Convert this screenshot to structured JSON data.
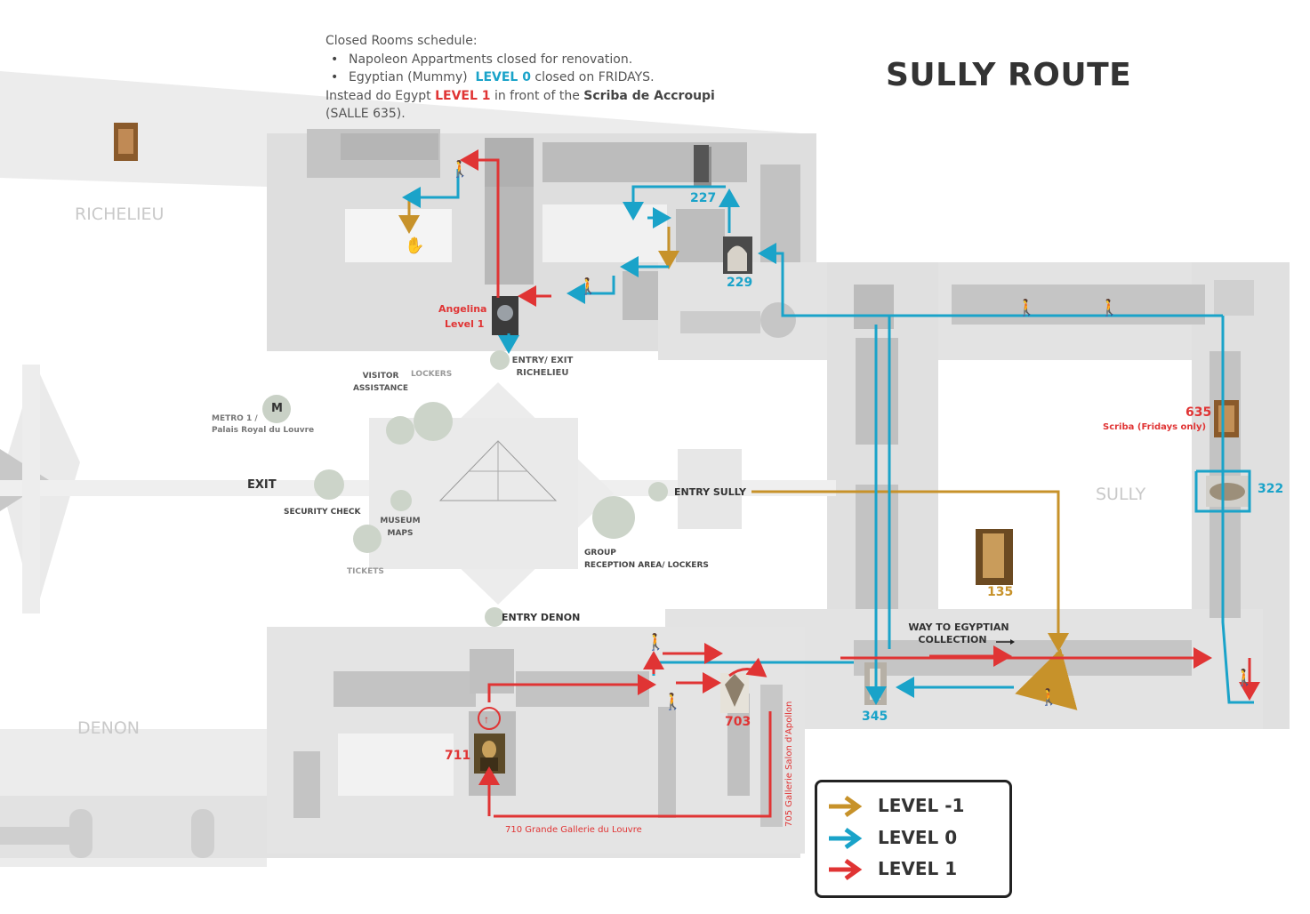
{
  "title": "SULLY ROUTE",
  "notes": {
    "heading": "Closed Rooms schedule:",
    "item1": "Napoleon Appartments closed for renovation.",
    "item2_pre": "Egyptian (Mummy)",
    "item2_level": "LEVEL 0",
    "item2_post": "closed on FRIDAYS.",
    "line3_pre": "Instead do Egypt",
    "line3_level": "LEVEL 1",
    "line3_mid": "in front of the",
    "line3_bold": "Scriba de Accroupi",
    "line4": "(SALLE 635)."
  },
  "wings": {
    "richelieu": "RICHELIEU",
    "sully": "SULLY",
    "denon": "DENON"
  },
  "labels": {
    "angelina": "Angelina",
    "angelina_level": "Level 1",
    "entry_exit_richelieu_1": "ENTRY/ EXIT",
    "entry_exit_richelieu_2": "RICHELIEU",
    "visitor_assistance_1": "VISITOR",
    "visitor_assistance_2": "ASSISTANCE",
    "lockers": "LOCKERS",
    "metro_badge": "M",
    "metro_1": "METRO 1 /",
    "metro_2": "Palais Royal du Louvre",
    "exit": "EXIT",
    "security_check": "SECURITY CHECK",
    "museum_maps_1": "MUSEUM",
    "museum_maps_2": "MAPS",
    "tickets": "TICKETS",
    "entry_sully": "ENTRY SULLY",
    "group_1": "GROUP",
    "group_2": "RECEPTION AREA/ LOCKERS",
    "entry_denon": "ENTRY DENON",
    "way_egypt_1": "WAY TO EGYPTIAN",
    "way_egypt_2": "COLLECTION",
    "scriba": "Scriba  (Fridays only)",
    "gallery_710": "710 Grande Gallerie du Louvre",
    "gallery_705": "705 Gallerie Salon d'Apollon"
  },
  "rooms": {
    "r227": "227",
    "r229": "229",
    "r635": "635",
    "r322": "322",
    "r135": "135",
    "r345": "345",
    "r703": "703",
    "r711": "711"
  },
  "legend": [
    {
      "label": "LEVEL -1",
      "color": "#c7922a"
    },
    {
      "label": "LEVEL  0",
      "color": "#1aa3c9"
    },
    {
      "label": "LEVEL  1",
      "color": "#e03434"
    }
  ],
  "colors": {
    "level_minus1": "#c7922a",
    "level_0": "#1aa3c9",
    "level_1": "#e03434"
  }
}
